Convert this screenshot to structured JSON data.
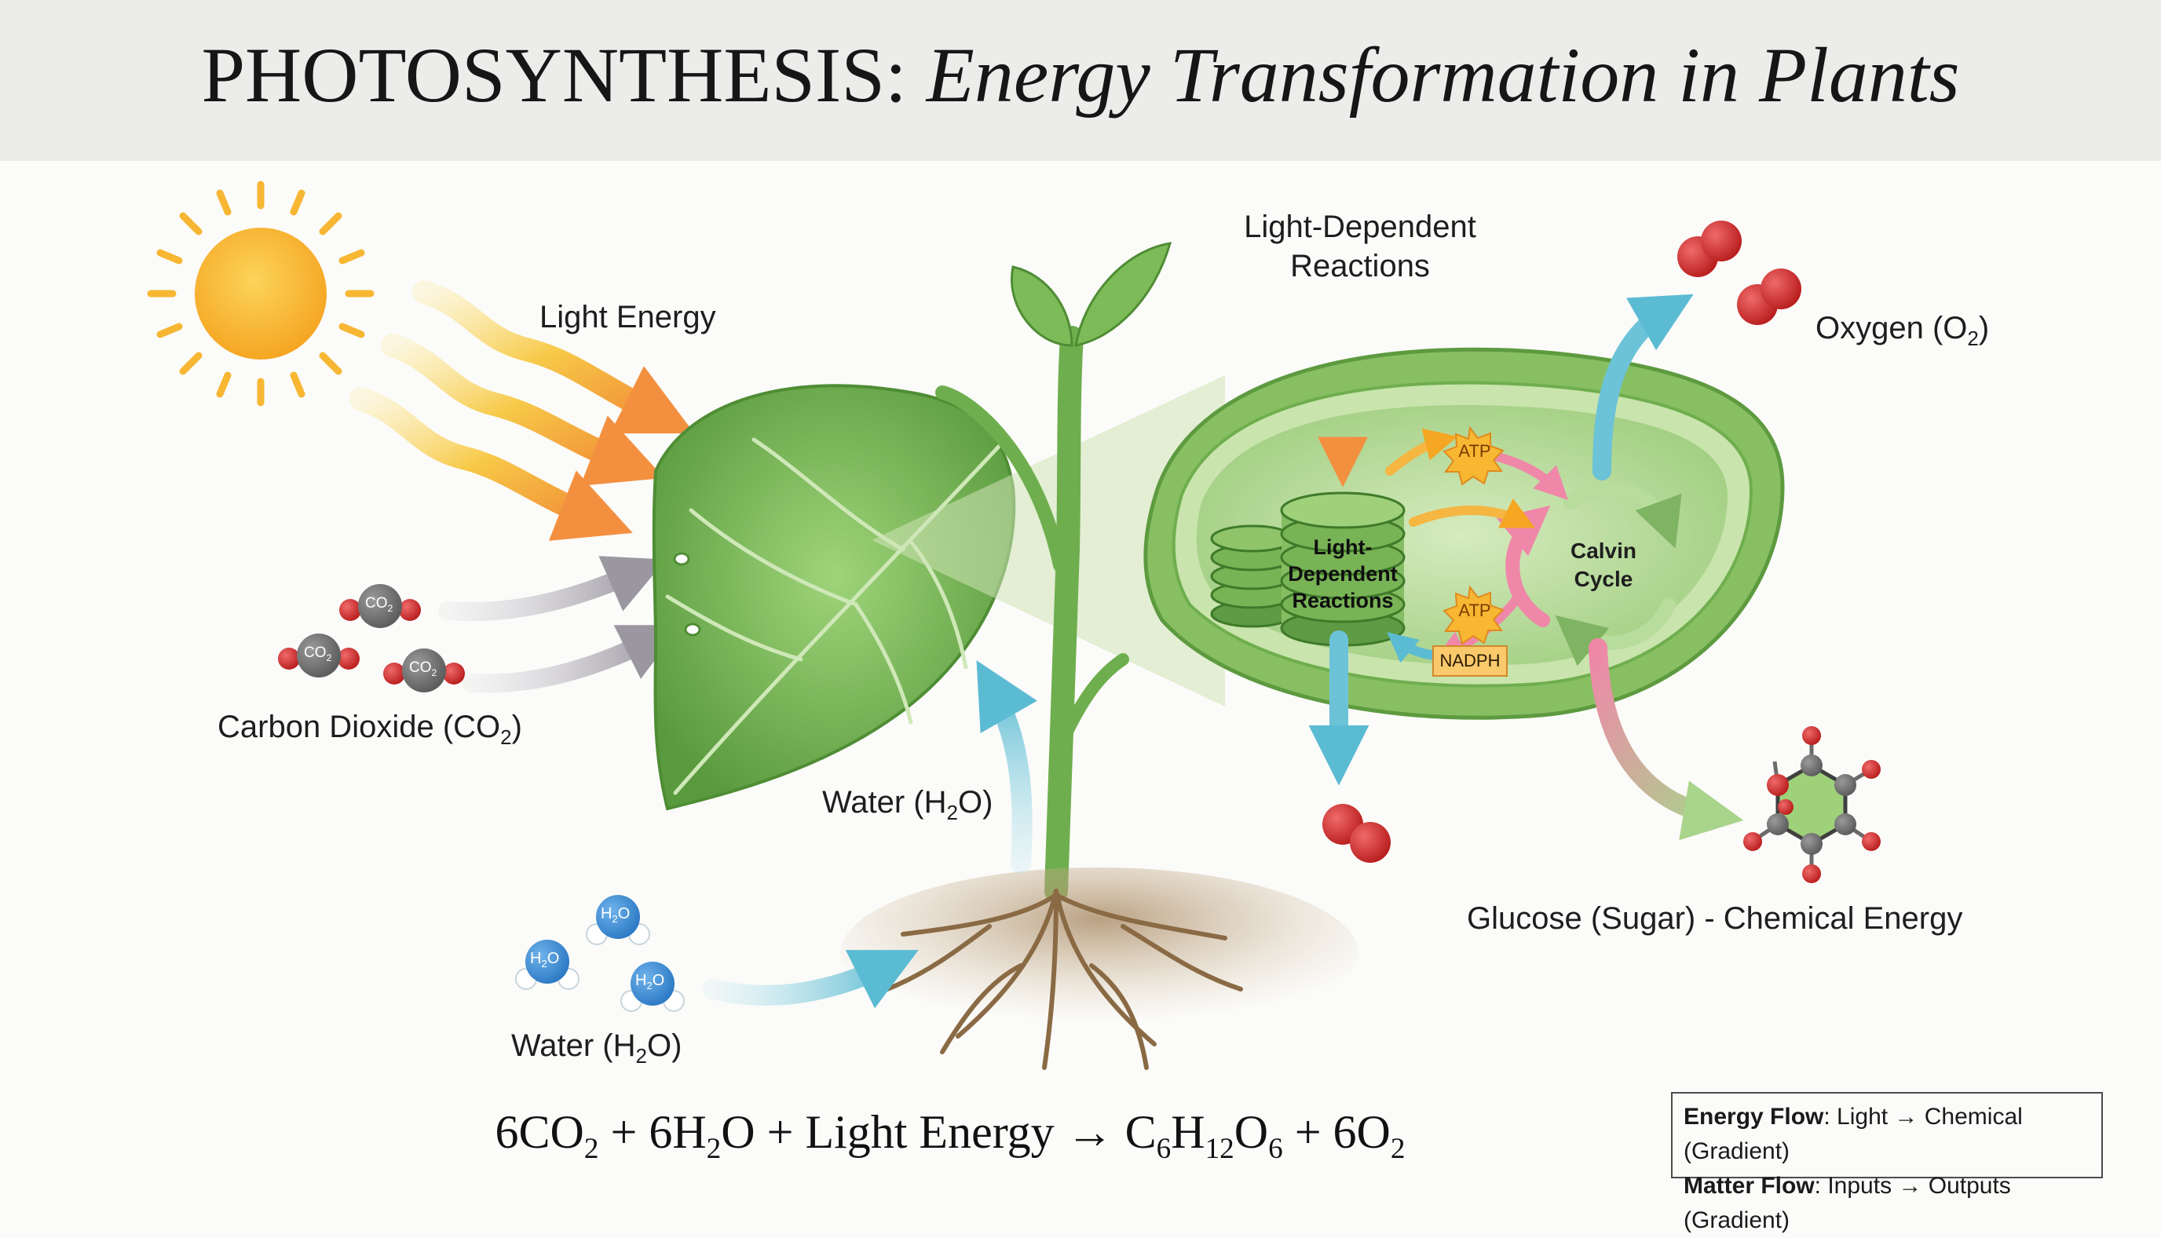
{
  "title": {
    "main": "PHOTOSYNTHESIS:",
    "subtitle": "Energy Transformation in Plants"
  },
  "labels": {
    "light_energy": "Light Energy",
    "carbon_dioxide": "Carbon Dioxide (CO",
    "co2_sub": "2",
    "water_stem": "Water (H",
    "water_stem_sub": "2",
    "water_soil": "Water (H",
    "water_soil_sub": "2",
    "light_dependent_top_1": "Light-Dependent",
    "light_dependent_top_2": "Reactions",
    "oxygen": "Oxygen (O",
    "oxygen_sub": "2",
    "glucose": "Glucose (Sugar) - Chemical Energy",
    "ldr_1": "Light-",
    "ldr_2": "Dependent",
    "ldr_3": "Reactions",
    "calvin_1": "Calvin",
    "calvin_2": "Cycle",
    "atp_top": "ATP",
    "atp_mid": "ATP",
    "nadph": "NADPH",
    "molecule_co2": "CO",
    "molecule_co2_sub": "2",
    "molecule_h2o_h": "H",
    "molecule_h2o_sub": "2",
    "molecule_h2o_o": "O"
  },
  "equation": {
    "co2_coef": "6CO",
    "co2_sub": "2",
    "plus1": "+",
    "h2o": "6H",
    "h2o_sub": "2",
    "h2o_o": "O",
    "plus2": "+",
    "light": "Light Energy",
    "arrow": "→",
    "c": "C",
    "c_sub": "6",
    "h": "H",
    "h_sub": "12",
    "o": "O",
    "o_sub": "6",
    "plus3": "+",
    "o2": "6O",
    "o2_sub": "2"
  },
  "legend": {
    "energy_key": "Energy Flow",
    "energy_val": ": Light → Chemical (Gradient)",
    "matter_key": "Matter Flow",
    "matter_val": ": Inputs → Outputs (Gradient)"
  },
  "colors": {
    "sun": "#f7b733",
    "light_arrow": "#f39c3c",
    "leaf": "#6fae4e",
    "chloroplast": "#8cc56a",
    "co2_arrow": "#a8a4ad",
    "water_arrow": "#6cc3d8",
    "oxygen": "#d62b2b",
    "calvin": "#ef87a9"
  }
}
